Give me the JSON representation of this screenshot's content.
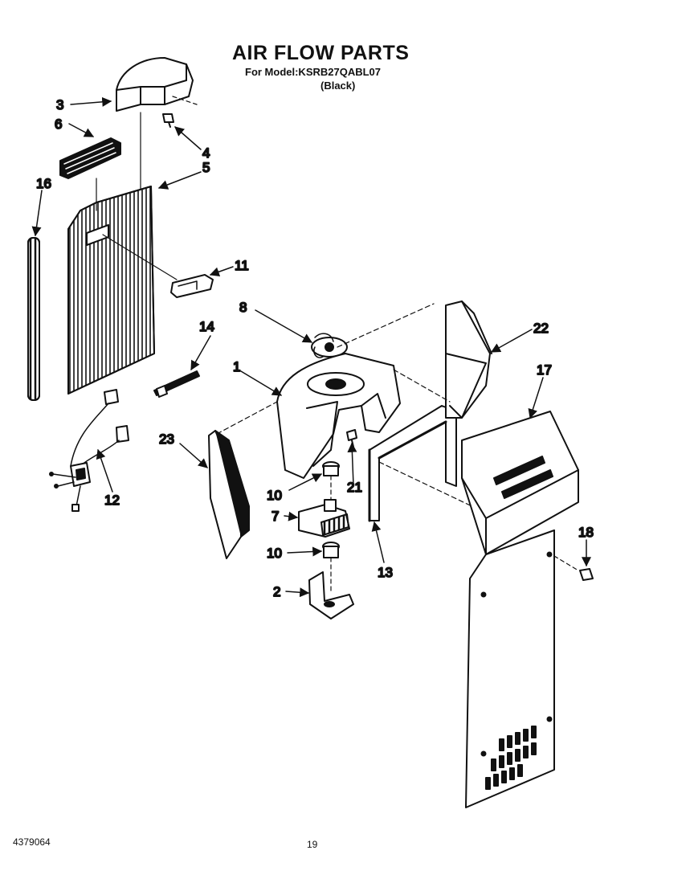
{
  "header": {
    "title": "AIR FLOW PARTS",
    "model_line": "For Model:KSRB27QABL07",
    "color_line": "(Black)"
  },
  "footer": {
    "document_number": "4379064",
    "page_number": "19"
  },
  "callouts": {
    "c1": "1",
    "c2": "2",
    "c3": "3",
    "c4": "4",
    "c5": "5",
    "c6": "6",
    "c7": "7",
    "c8": "8",
    "c10a": "10",
    "c10b": "10",
    "c11": "11",
    "c12": "12",
    "c13": "13",
    "c14": "14",
    "c16": "16",
    "c17": "17",
    "c18": "18",
    "c21": "21",
    "c22": "22",
    "c23": "23"
  }
}
